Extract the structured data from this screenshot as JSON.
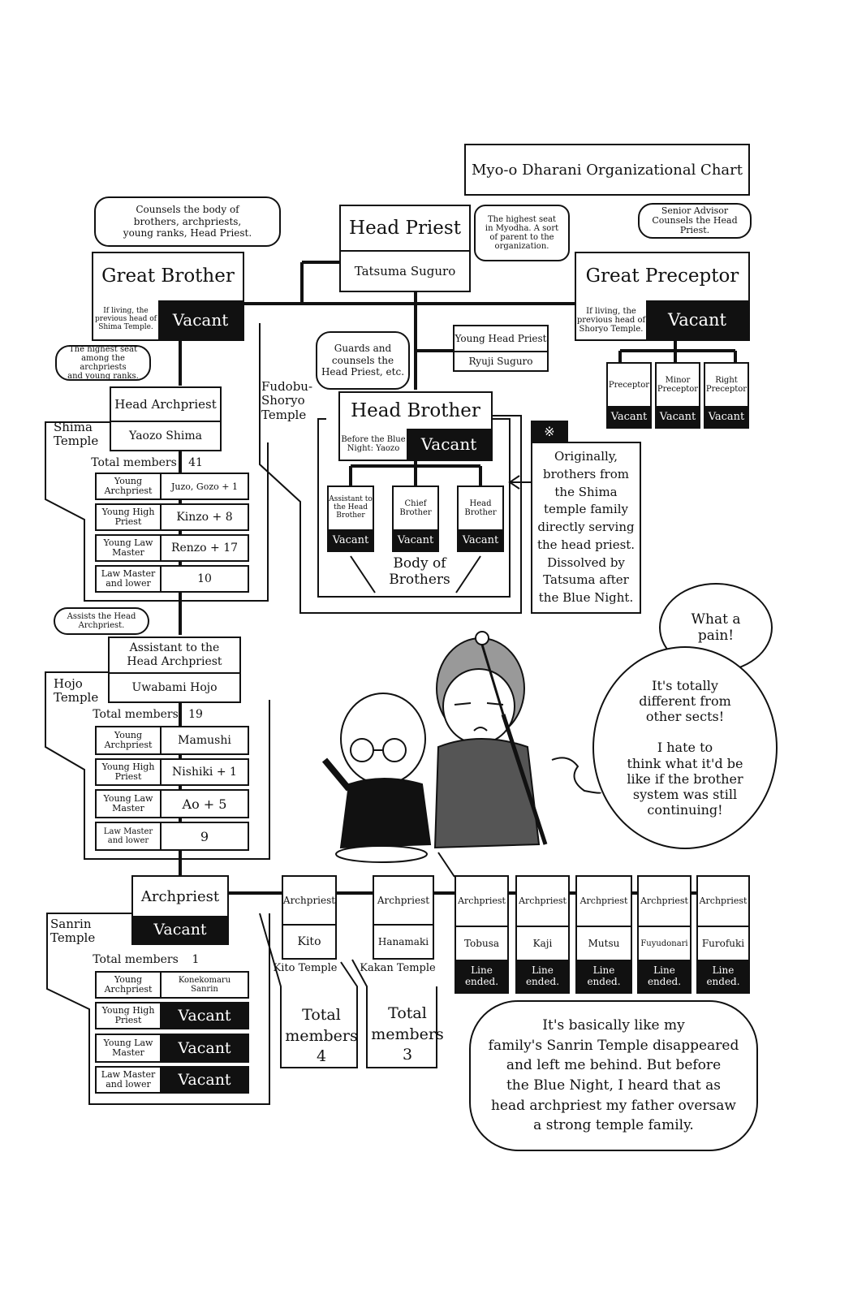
{
  "title": "Myo-o Dharani Organizational Chart",
  "head_priest": {
    "title": "Head Priest",
    "name": "Tatsuma Suguro",
    "note": "The highest seat\nin Myodha. A sort\nof parent to the\norganization."
  },
  "great_brother": {
    "title": "Great Brother",
    "sub": "If living, the\nprevious head\nof Shima\nTemple.",
    "status": "Vacant",
    "note": "Counsels the body of\nbrothers, archpriests,\nyoung ranks, Head Priest."
  },
  "great_preceptor": {
    "title": "Great Preceptor",
    "sub": "If living, the\nprevious head of\nShoryo Temple.",
    "status": "Vacant",
    "note": "Senior Advisor\nCounsels the Head Priest.",
    "subs": [
      {
        "label": "Preceptor",
        "status": "Vacant"
      },
      {
        "label": "Minor\nPreceptor",
        "status": "Vacant"
      },
      {
        "label": "Right\nPreceptor",
        "status": "Vacant"
      }
    ]
  },
  "young_head_priest": {
    "title": "Young Head Priest",
    "name": "Ryuji Suguro"
  },
  "fudobu": {
    "temple_label": "Fudobu-\nShoryo\nTemple",
    "head_brother": {
      "title": "Head Brother",
      "sub": "Before the Blue\nNight: Yaozo",
      "status": "Vacant",
      "note": "Guards and\ncounsels the\nHead Priest, etc."
    },
    "brothers": [
      {
        "label": "Assistant\nto the Head\nBrother",
        "status": "Vacant"
      },
      {
        "label": "Chief\nBrother",
        "status": "Vacant"
      },
      {
        "label": "Head\nBrother",
        "status": "Vacant"
      }
    ],
    "body_label": "Body of\nBrothers"
  },
  "footnote": {
    "mark": "※",
    "text": "Originally,\nbrothers from\nthe Shima\ntemple family\ndirectly serving\nthe head priest.\nDissolved by\nTatsuma after\nthe Blue Night."
  },
  "shima": {
    "note": "The highest seat\namong the archpriests\nand young ranks.",
    "title": "Head Archpriest",
    "name": "Yaozo Shima",
    "temple_label": "Shima\nTemple",
    "total_label": "Total members",
    "total": "41",
    "rows": [
      {
        "rank": "Young Archpriest",
        "value": "Juzo, Gozo + 1"
      },
      {
        "rank": "Young High\nPriest",
        "value": "Kinzo + 8"
      },
      {
        "rank": "Young Law\nMaster",
        "value": "Renzo + 17"
      },
      {
        "rank": "Law Master\nand lower",
        "value": "10"
      }
    ]
  },
  "hojo": {
    "note": "Assists the Head\nArchpriest.",
    "title": "Assistant to the\nHead Archpriest",
    "name": "Uwabami Hojo",
    "temple_label": "Hojo\nTemple",
    "total_label": "Total members",
    "total": "19",
    "rows": [
      {
        "rank": "Young Archpriest",
        "value": "Mamushi"
      },
      {
        "rank": "Young High\nPriest",
        "value": "Nishiki + 1"
      },
      {
        "rank": "Young Law\nMaster",
        "value": "Ao + 5"
      },
      {
        "rank": "Law Master\nand lower",
        "value": "9"
      }
    ]
  },
  "sanrin": {
    "title": "Archpriest",
    "status": "Vacant",
    "temple_label": "Sanrin\nTemple",
    "total_label": "Total members",
    "total": "1",
    "rows": [
      {
        "rank": "Young\nArchpriest",
        "value": "Konekomaru\nSanrin",
        "dark": false
      },
      {
        "rank": "Young High\nPriest",
        "value": "Vacant",
        "dark": true
      },
      {
        "rank": "Young Law\nMaster",
        "value": "Vacant",
        "dark": true
      },
      {
        "rank": "Law Master\nand lower",
        "value": "Vacant",
        "dark": true
      }
    ]
  },
  "kito": {
    "title": "Archpriest",
    "name": "Kito",
    "temple_label": "Kito Temple",
    "total": "Total\nmembers\n4"
  },
  "kakan": {
    "title": "Archpriest",
    "name": "Hanamaki",
    "temple_label": "Kakan Temple",
    "total": "Total\nmembers\n3"
  },
  "ended": [
    {
      "title": "Archpriest",
      "name": "Tobusa",
      "status": "Line\nended."
    },
    {
      "title": "Archpriest",
      "name": "Kaji",
      "status": "Line\nended."
    },
    {
      "title": "Archpriest",
      "name": "Mutsu",
      "status": "Line\nended."
    },
    {
      "title": "Archpriest",
      "name": "Fuyudonari",
      "status": "Line\nended."
    },
    {
      "title": "Archpriest",
      "name": "Furofuki",
      "status": "Line\nended."
    }
  ],
  "speech": {
    "pain": "What a\npain!",
    "different": "It's totally\ndifferent from\nother sects!\n\nI hate to\nthink what it'd be\nlike if the brother\nsystem was still\ncontinuing!",
    "konekomaru": "It's basically like my\nfamily's Sanrin Temple disappeared\nand left me behind. But before\nthe Blue Night, I heard that as\nhead archpriest my father oversaw\na strong temple family."
  }
}
